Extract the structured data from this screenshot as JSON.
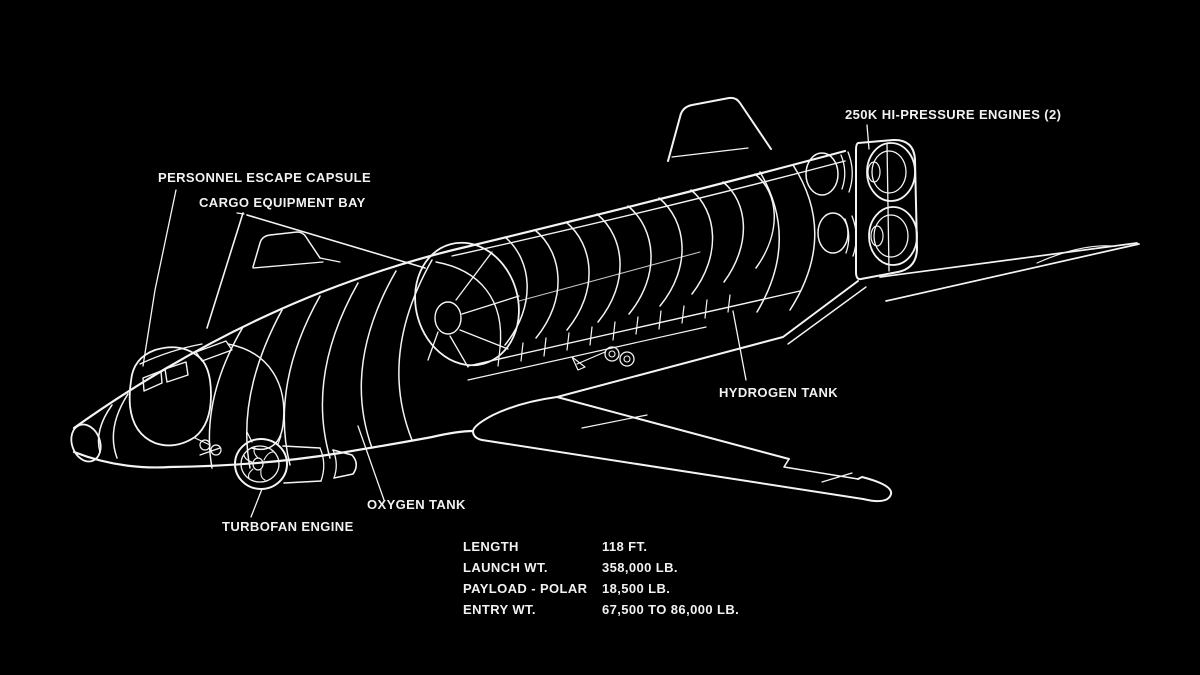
{
  "figure": {
    "background_color": "#000000",
    "line_color": "#f4f4f4",
    "text_color": "#f2f2f2",
    "subject": "Spacecraft cutaway concept drawing"
  },
  "callouts": [
    {
      "id": "personnel-escape-capsule",
      "label": "PERSONNEL ESCAPE CAPSULE"
    },
    {
      "id": "cargo-equipment-bay",
      "label": "CARGO EQUIPMENT BAY"
    },
    {
      "id": "hi-pressure-engines",
      "label": "250K HI-PRESSURE ENGINES (2)"
    },
    {
      "id": "hydrogen-tank",
      "label": "HYDROGEN TANK"
    },
    {
      "id": "oxygen-tank",
      "label": "OXYGEN TANK"
    },
    {
      "id": "turbofan-engine",
      "label": "TURBOFAN ENGINE"
    }
  ],
  "spec_table": {
    "rows": [
      {
        "label": "LENGTH",
        "value": "118 FT."
      },
      {
        "label": "LAUNCH WT.",
        "value": "358,000 LB."
      },
      {
        "label": "PAYLOAD - POLAR",
        "value": "18,500 LB."
      },
      {
        "label": "ENTRY WT.",
        "value": "67,500 TO 86,000 LB."
      }
    ]
  }
}
